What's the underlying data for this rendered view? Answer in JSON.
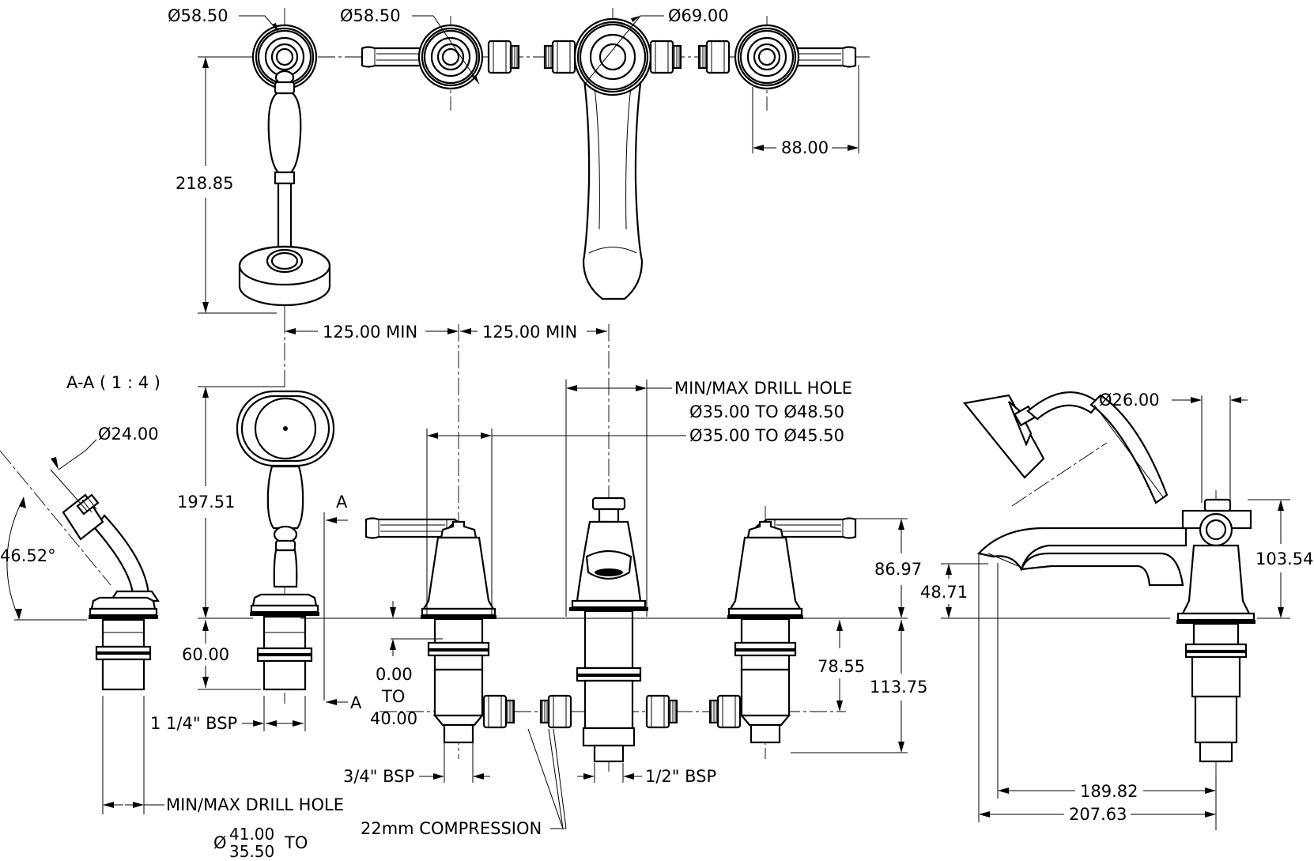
{
  "dimensions": {
    "handshower_rose_dia": "Ø58.50",
    "valve_rose_dia": "Ø58.50",
    "spout_rose_dia": "Ø69.00",
    "handle_length": "88.00",
    "holder_height": "218.85",
    "spacing_left": "125.00 MIN",
    "spacing_right": "125.00 MIN",
    "drill_hole_title": "MIN/MAX DRILL HOLE",
    "drill_hole_spout": "Ø35.00 TO Ø48.50",
    "drill_hole_valves": "Ø35.00 TO Ø45.50",
    "handshower_height": "197.51",
    "below_deck": "60.00",
    "valve_above_deck": "86.97",
    "valve_depth_min": "78.55",
    "valve_depth_max": "113.75",
    "deck_range_min": "0.00",
    "deck_range_to": "TO",
    "deck_range_max": "40.00",
    "side_dia": "Ø26.00",
    "spout_height": "103.54",
    "spout_outlet_height": "48.71",
    "spout_reach": "189.82",
    "spout_overall": "207.63"
  },
  "labels": {
    "section": "A-A ( 1 : 4 )",
    "section_marker": "A",
    "section_dia": "Ø24.00",
    "section_angle": "46.52°",
    "holder_thread": "1 1/4\" BSP",
    "valve_thread": "3/4\" BSP",
    "spout_thread": "1/2\" BSP",
    "compression": "22mm COMPRESSION",
    "holder_drill_title": "MIN/MAX DRILL HOLE",
    "holder_drill_symbol": "Ø",
    "holder_drill_max": "41.00",
    "holder_drill_min": "35.50",
    "holder_drill_to": "TO"
  }
}
